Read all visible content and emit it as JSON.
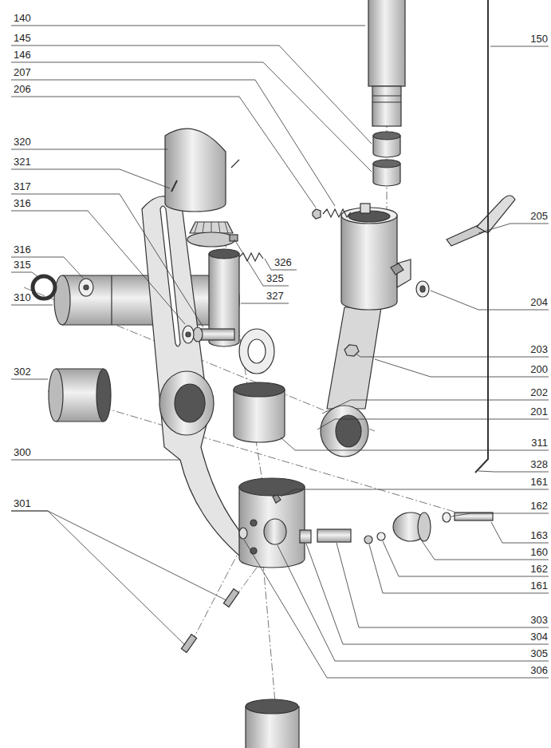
{
  "diagram": {
    "labels": [
      "140",
      "145",
      "146",
      "207",
      "206",
      "320",
      "321",
      "317",
      "316",
      "316",
      "315",
      "310",
      "302",
      "300",
      "301",
      "150",
      "205",
      "326",
      "325",
      "327",
      "204",
      "203",
      "200",
      "202",
      "201",
      "311",
      "328",
      "161",
      "162",
      "163",
      "160",
      "162",
      "161",
      "303",
      "304",
      "305",
      "306"
    ]
  }
}
